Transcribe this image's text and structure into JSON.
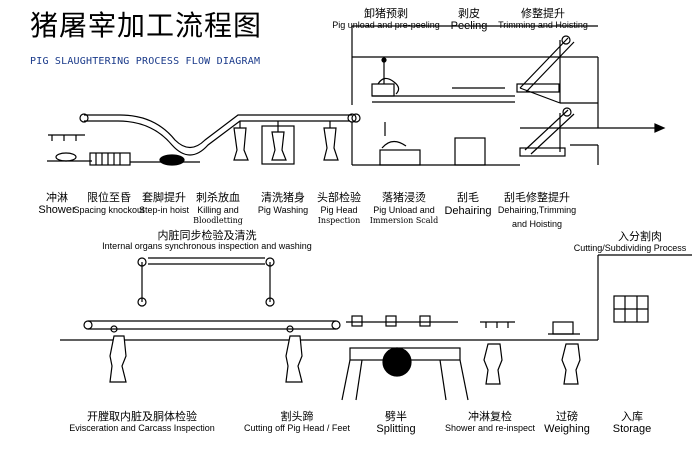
{
  "title_cn": "猪屠宰加工流程图",
  "title_en": "PIG SLAUGHTERING PROCESS FLOW DIAGRAM",
  "steps_top": [
    {
      "cn": "卸猪预剥",
      "en": "Pig unload and pre-peeling"
    },
    {
      "cn": "剥皮",
      "en": "Peeling"
    },
    {
      "cn": "修整提升",
      "en": "Trimming and Hoisting"
    }
  ],
  "steps_row1": [
    {
      "cn": "冲淋",
      "en": "Shower"
    },
    {
      "cn": "限位至昏",
      "en": "Spacing knockout"
    },
    {
      "cn": "套脚提升",
      "en": "Step-in hoist"
    },
    {
      "cn": "刺杀放血",
      "en": "Killing and",
      "en2": "Bloodletting"
    },
    {
      "cn": "清洗猪身",
      "en": "Pig Washing"
    },
    {
      "cn": "头部检验",
      "en": "Pig Head",
      "en2": "Inspection"
    },
    {
      "cn": "落猪浸烫",
      "en": "Pig Unload and",
      "en2": "Immersion Scald"
    },
    {
      "cn": "刮毛",
      "en": "Dehairing"
    },
    {
      "cn": "刮毛修整提升",
      "en": "Dehairing,Trimming",
      "en2": "and Hoisting"
    }
  ],
  "middle": {
    "cn": "内脏同步检验及清洗",
    "en": "Internal organs synchronous inspection and washing"
  },
  "cutting": {
    "cn": "入分割肉",
    "en": "Cutting/Subdividing Process"
  },
  "steps_bottom": [
    {
      "cn": "开膛取内脏及胴体检验",
      "en": "Evisceration and Carcass Inspection"
    },
    {
      "cn": "割头蹄",
      "en": "Cutting off Pig Head / Feet"
    },
    {
      "cn": "劈半",
      "en": "Splitting"
    },
    {
      "cn": "冲淋复检",
      "en": "Shower and re-inspect"
    },
    {
      "cn": "过磅",
      "en": "Weighing"
    },
    {
      "cn": "入库",
      "en": "Storage"
    }
  ],
  "colors": {
    "ink": "#000000",
    "title_en": "#1a3a8a"
  }
}
